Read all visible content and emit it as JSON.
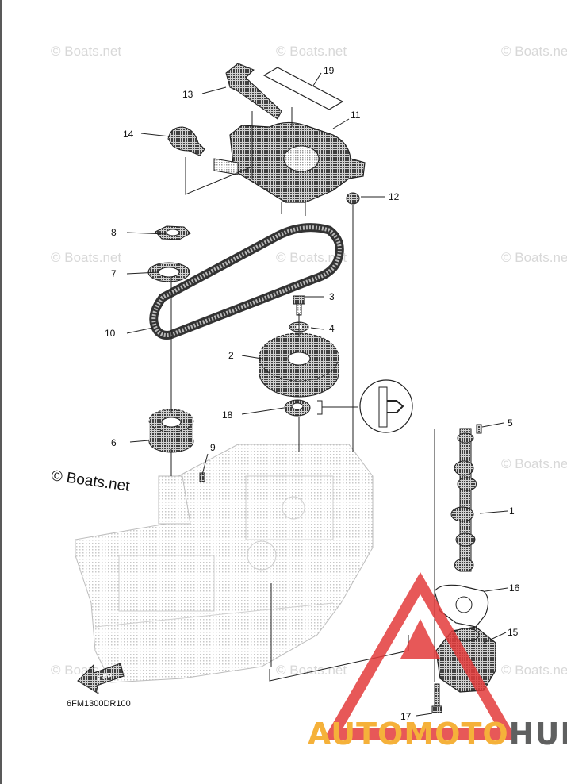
{
  "watermark": {
    "text": "© Boats.net"
  },
  "diagram_code": "6FM1300DR100",
  "direction_badge": "FWD",
  "brand": {
    "part1": "AUTOMOTO",
    "part2": "HUB",
    "color_orange": "#f5b13a",
    "color_gray": "#5f6060",
    "color_red": "#e33b3b"
  },
  "callouts": [
    "1",
    "2",
    "3",
    "4",
    "5",
    "6",
    "7",
    "8",
    "9",
    "10",
    "11",
    "12",
    "13",
    "14",
    "15",
    "16",
    "17",
    "18",
    "19"
  ]
}
